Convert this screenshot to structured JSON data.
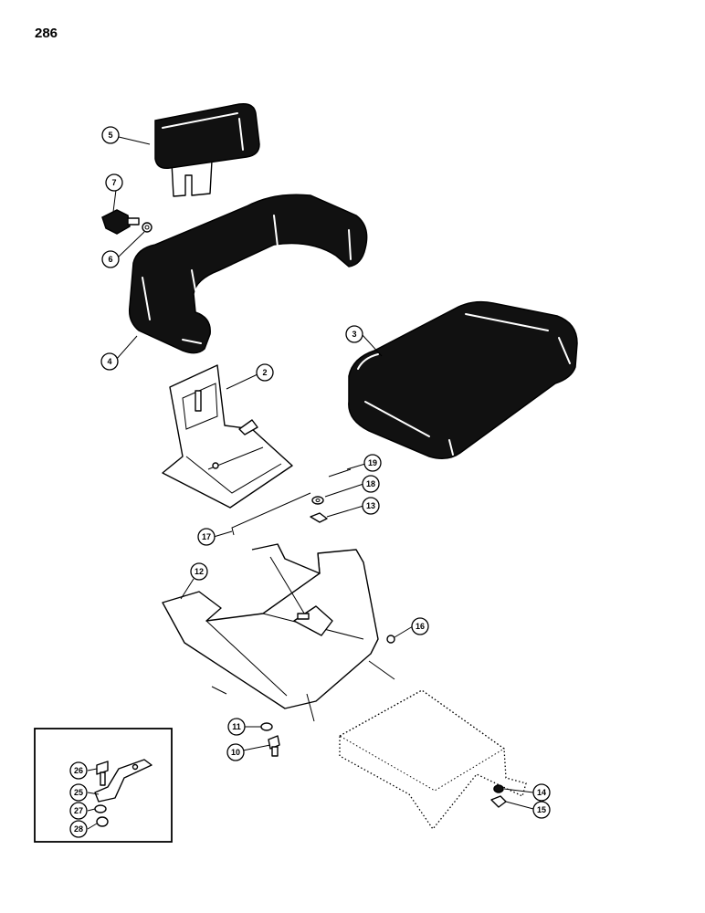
{
  "page": {
    "number": "286"
  },
  "parts": {
    "headrest": "5",
    "knob": "7",
    "washer_small": "6",
    "backrest": "4",
    "seat_cushion": "3",
    "back_bracket": "2",
    "pin": "19",
    "washer_18": "18",
    "clip": "13",
    "rod": "17",
    "seat_frame": "12",
    "plug": "16",
    "washer_11": "11",
    "bolt_10": "10",
    "washer_14": "14",
    "nut_15": "15"
  },
  "inset": {
    "bolt": "26",
    "bracket": "25",
    "washer": "27",
    "nut": "28"
  }
}
